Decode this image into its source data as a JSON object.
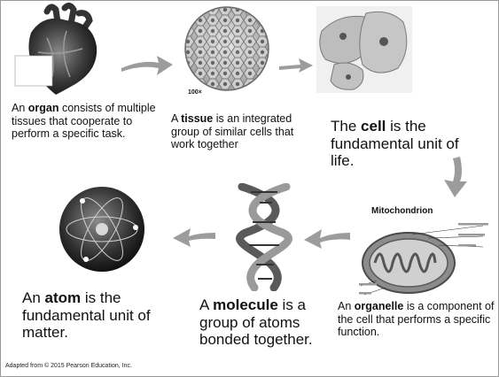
{
  "descriptions": {
    "organ": {
      "pre": "An ",
      "term": "organ",
      "post": " consists of multiple tissues that cooperate to perform a specific task."
    },
    "tissue": {
      "pre": "A ",
      "term": "tissue",
      "post": " is an integrated group of similar cells that work together"
    },
    "cell": {
      "pre": "The ",
      "term": "cell",
      "post": " is the fundamental unit of life."
    },
    "organelle": {
      "pre": "An ",
      "term": "organelle",
      "post": " is a component of the cell that performs a specific function."
    },
    "molecule": {
      "pre": "A ",
      "term": "molecule",
      "post": " is a group of atoms bonded together."
    },
    "atom": {
      "pre": "An ",
      "term": "atom",
      "post": " is the fundamental unit of matter."
    }
  },
  "labels": {
    "magnification": "100×",
    "mitochondrion": "Mitochondrion"
  },
  "credit": "Adapted from © 2015 Pearson Education, Inc.",
  "colors": {
    "arrow": "#9c9c9c",
    "text": "#111111",
    "border": "#9a9a9a"
  }
}
